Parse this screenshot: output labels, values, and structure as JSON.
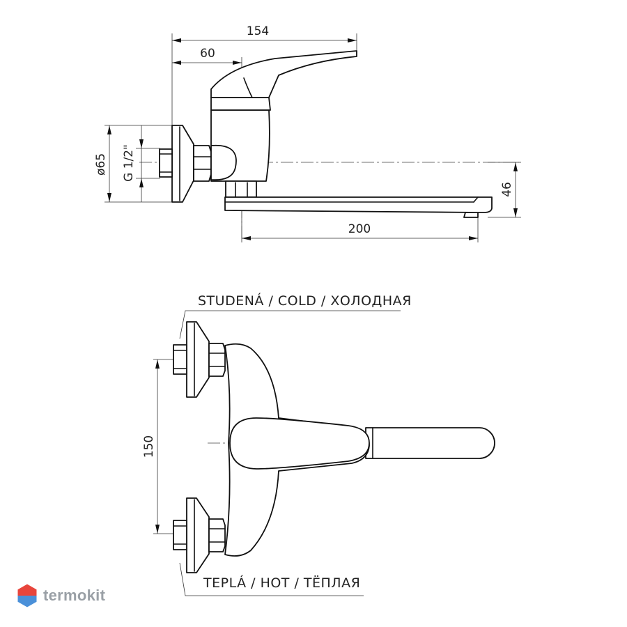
{
  "dimensions": {
    "total_length": "154",
    "handle_offset": "60",
    "flange_diameter": "ø65",
    "thread": "G 1/2\"",
    "spout_height": "46",
    "spout_length": "200",
    "inlet_spacing": "150"
  },
  "labels": {
    "cold": "STUDENÁ / COLD / ХОЛОДНАЯ",
    "hot": "TEPLÁ / HOT / ТЁПЛАЯ"
  },
  "brand": {
    "name": "termokit",
    "colors": {
      "top": "#e8453c",
      "bottom": "#4a90d9",
      "text": "#9aa0a6"
    }
  }
}
